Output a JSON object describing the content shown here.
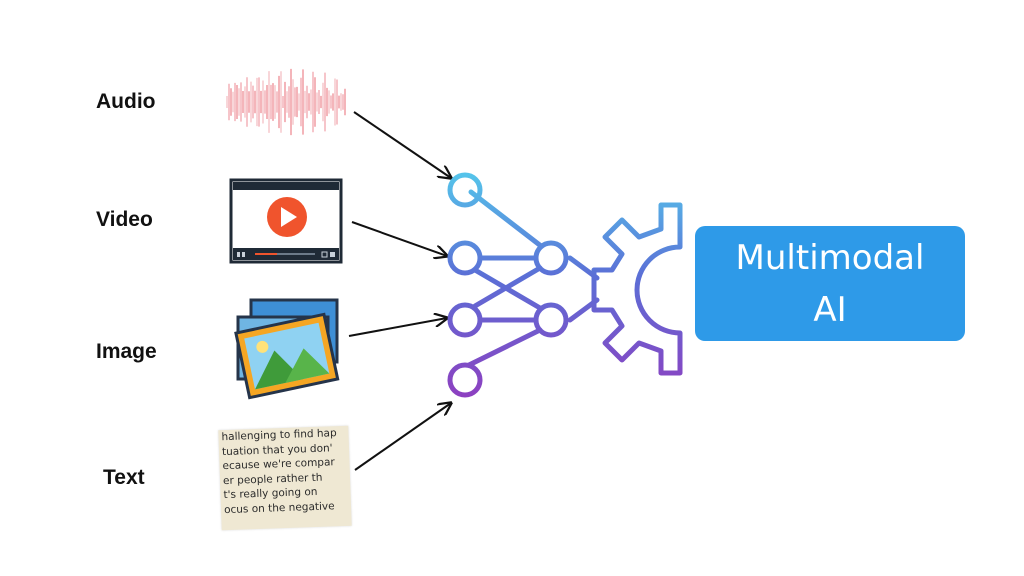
{
  "inputs": {
    "audio": "Audio",
    "video": "Video",
    "image": "Image",
    "text": "Text"
  },
  "output": {
    "line1": "Multimodal",
    "line2": "AI"
  },
  "text_sample": {
    "lines": [
      "hallenging to find hap",
      "tuation that you don'",
      "ecause we're compar",
      "er people rather th",
      "t's really going on",
      "ocus on the negative"
    ]
  },
  "colors": {
    "output_box": "#2e9ae8",
    "network_top": "#55c3ea",
    "network_bottom": "#8e3fc0",
    "audio_wave": "#e86b76",
    "play_button": "#f0542d",
    "image_frame": "#f5a623"
  }
}
